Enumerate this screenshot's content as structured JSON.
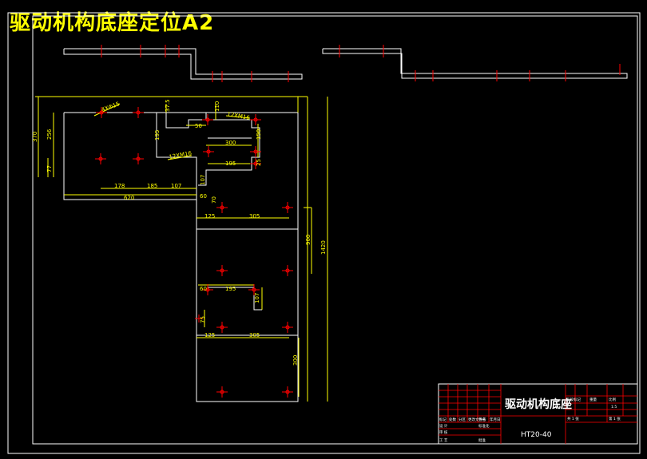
{
  "drawing_title": "驱动机构底座定位A2",
  "colors": {
    "background": "#000000",
    "white": "#ffffff",
    "yellow": "#ffff00",
    "red": "#ff0000",
    "green": "#00ff00"
  },
  "dimensions": {
    "d370": "370",
    "d256": "256",
    "d77": "77",
    "d4x15": "4XΦ15",
    "d37_5": "37.5",
    "d110": "110",
    "d12xm16_top": "12XM16",
    "d50": "50",
    "d195_a": "195",
    "d12xm16_mid": "12XM16",
    "d300": "300",
    "d150": "150",
    "d195_b": "195",
    "d25": "25",
    "d178": "178",
    "d185_a": "185",
    "d107_a": "107",
    "d107_b": "107",
    "d620": "620",
    "d60_a": "60",
    "d70": "70",
    "d125_a": "125",
    "d305_a": "305",
    "d900": "900",
    "d1420": "1420",
    "d60_b": "60",
    "d195_c": "195",
    "d107_c": "107",
    "d75": "75",
    "d125_b": "125",
    "d305_b": "305",
    "d300_b": "300"
  },
  "title_block": {
    "part_name": "驱动机构底座",
    "material": "HT20-40",
    "scale": "1:5",
    "header_cells": [
      "标记",
      "处数",
      "分区",
      "更改文件号",
      "签名",
      "年月日"
    ],
    "row_design": "设 计",
    "row_check": "审 核",
    "row_process": "工 艺",
    "std_label": "标准化",
    "approve_label": "批准",
    "weight_label": "重量",
    "scale_label": "比例",
    "stage_label": "阶段标记",
    "sheet_total": "共 1 张",
    "sheet_num": "第 1 张"
  }
}
